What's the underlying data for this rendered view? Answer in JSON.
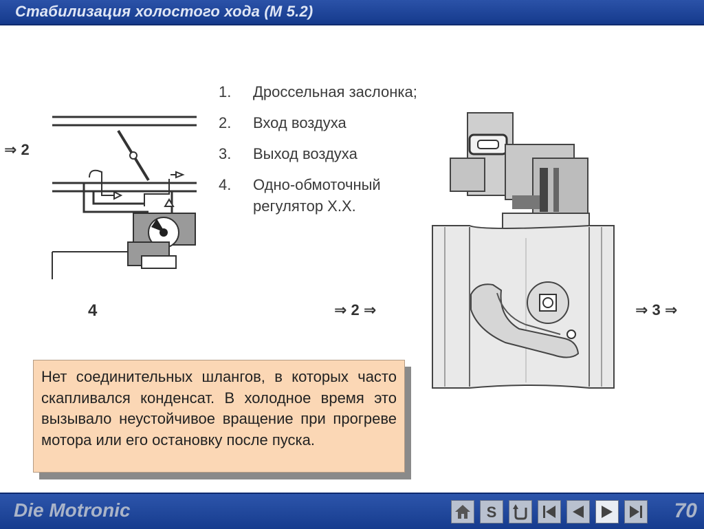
{
  "header": {
    "title": "Стабилизация холостого хода (М 5.2)"
  },
  "list": [
    {
      "num": "1.",
      "text": "Дроссельная заслонка;"
    },
    {
      "num": "2.",
      "text": "Вход воздуха"
    },
    {
      "num": "3.",
      "text": "Выход воздуха"
    },
    {
      "num": "4.",
      "text": "Одно-обмоточный регулятор Х.Х."
    }
  ],
  "diagram_labels": {
    "left_arrow": "⇒ 2",
    "left_number": "4",
    "mid_arrow": "⇒ 2 ⇒",
    "right_arrow": "⇒ 3 ⇒"
  },
  "note": {
    "text": "Нет соединительных шлангов, в которых часто скапливался конденсат. В холодное время это вызывало неустойчивое вращение при прогреве мотора или его остановку после пуска."
  },
  "footer": {
    "brand": "Die Motronic",
    "page": "70",
    "nav": [
      {
        "name": "home-icon"
      },
      {
        "name": "s-icon",
        "label": "S"
      },
      {
        "name": "return-icon"
      },
      {
        "name": "first-icon"
      },
      {
        "name": "prev-icon"
      },
      {
        "name": "next-icon"
      },
      {
        "name": "last-icon"
      }
    ]
  },
  "colors": {
    "header": "#1e47a0",
    "note_bg": "#fbd7b5",
    "text": "#3a3a3a"
  }
}
